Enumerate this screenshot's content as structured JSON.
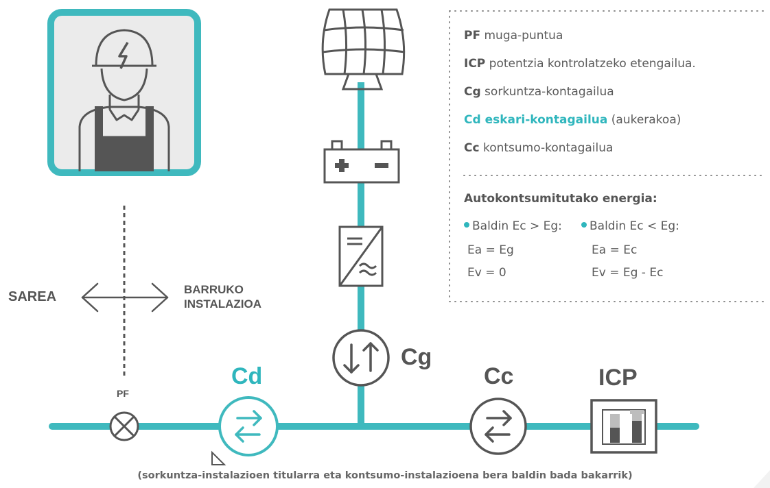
{
  "legend": {
    "items": [
      {
        "abbr": "PF",
        "text": " muga-puntua"
      },
      {
        "abbr": "ICP",
        "text": " potentzia kontrolatzeko etengailua."
      },
      {
        "abbr": "Cg",
        "text": " sorkuntza-kontagailua"
      },
      {
        "abbr": "Cd eskari-kontagailua",
        "text": " (aukerakoa)"
      },
      {
        "abbr": "Cc",
        "text": " kontsumo-kontagailua"
      }
    ],
    "energy_title": "Autokontsumitutako energia:",
    "case1": {
      "condition": "Baldin Ec > Eg:",
      "line1": "Ea = Eg",
      "line2": "Ev = 0"
    },
    "case2": {
      "condition": "Baldin Ec < Eg:",
      "line1": "Ea = Ec",
      "line2": "Ev = Eg - Ec"
    }
  },
  "labels": {
    "sarea": "SAREA",
    "barruko_1": "BARRUKO",
    "barruko_2": "INSTALAZIOA",
    "pf": "PF",
    "cd": "Cd",
    "cg": "Cg",
    "cc": "Cc",
    "icp": "ICP"
  },
  "caption": "(sorkuntza-instalazioen titularra eta kontsumo-instalazioena bera baldin bada bakarrik)",
  "colors": {
    "accent": "#2fb6bd",
    "gray": "#5b5b5b",
    "panel": "#ebebeb"
  },
  "icons": [
    "electrician-icon",
    "solar-panel-icon",
    "battery-icon",
    "inverter-icon",
    "meter-icon",
    "switch-icon",
    "cross-circle-icon"
  ]
}
